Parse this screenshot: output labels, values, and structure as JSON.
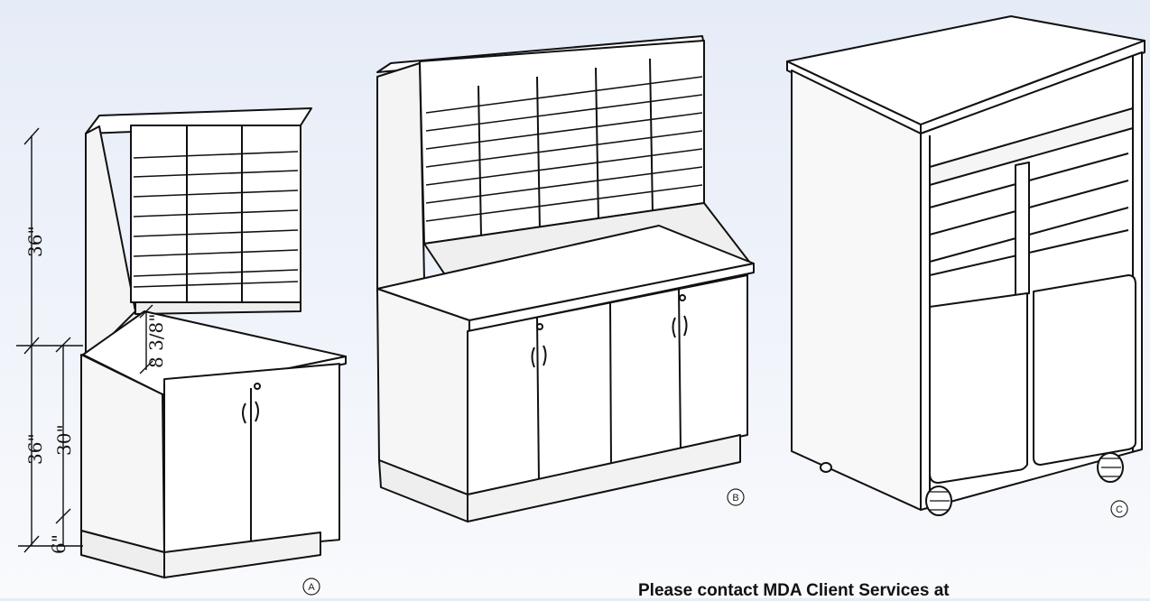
{
  "dimensions": {
    "upper_height": "36\"",
    "lower_height": "36\"",
    "counter_height": "30\"",
    "base_height": "6\"",
    "gap_height": "8 3/8\""
  },
  "labels": {
    "a": "A",
    "b": "B",
    "c": "C"
  },
  "contact_text": "Please contact MDA Client Services at"
}
